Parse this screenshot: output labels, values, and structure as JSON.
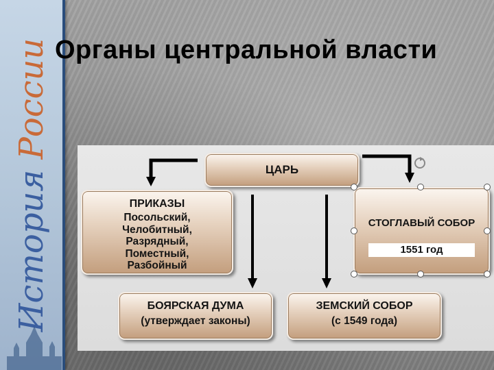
{
  "slide": {
    "title": "Органы центральной власти",
    "side_text_1": "История",
    "side_text_2": "России"
  },
  "diagram": {
    "tsar": "ЦАРЬ",
    "prikazy": {
      "heading": "ПРИКАЗЫ",
      "items": [
        "Посольский,",
        "Челобитный,",
        "Разрядный,",
        "Поместный,",
        "Разбойный"
      ]
    },
    "stoglav": {
      "heading": "СТОГЛАВЫЙ СОБОР",
      "year": "1551 год"
    },
    "duma": {
      "heading": "БОЯРСКАЯ ДУМА",
      "note": "(утверждает законы)"
    },
    "zemsky": {
      "heading": "ЗЕМСКИЙ СОБОР",
      "note": "(с 1549 года)"
    }
  },
  "colors": {
    "side_blue": "#3b5fa0",
    "side_orange": "#c96a38",
    "box_fill": "#d9bca1"
  }
}
